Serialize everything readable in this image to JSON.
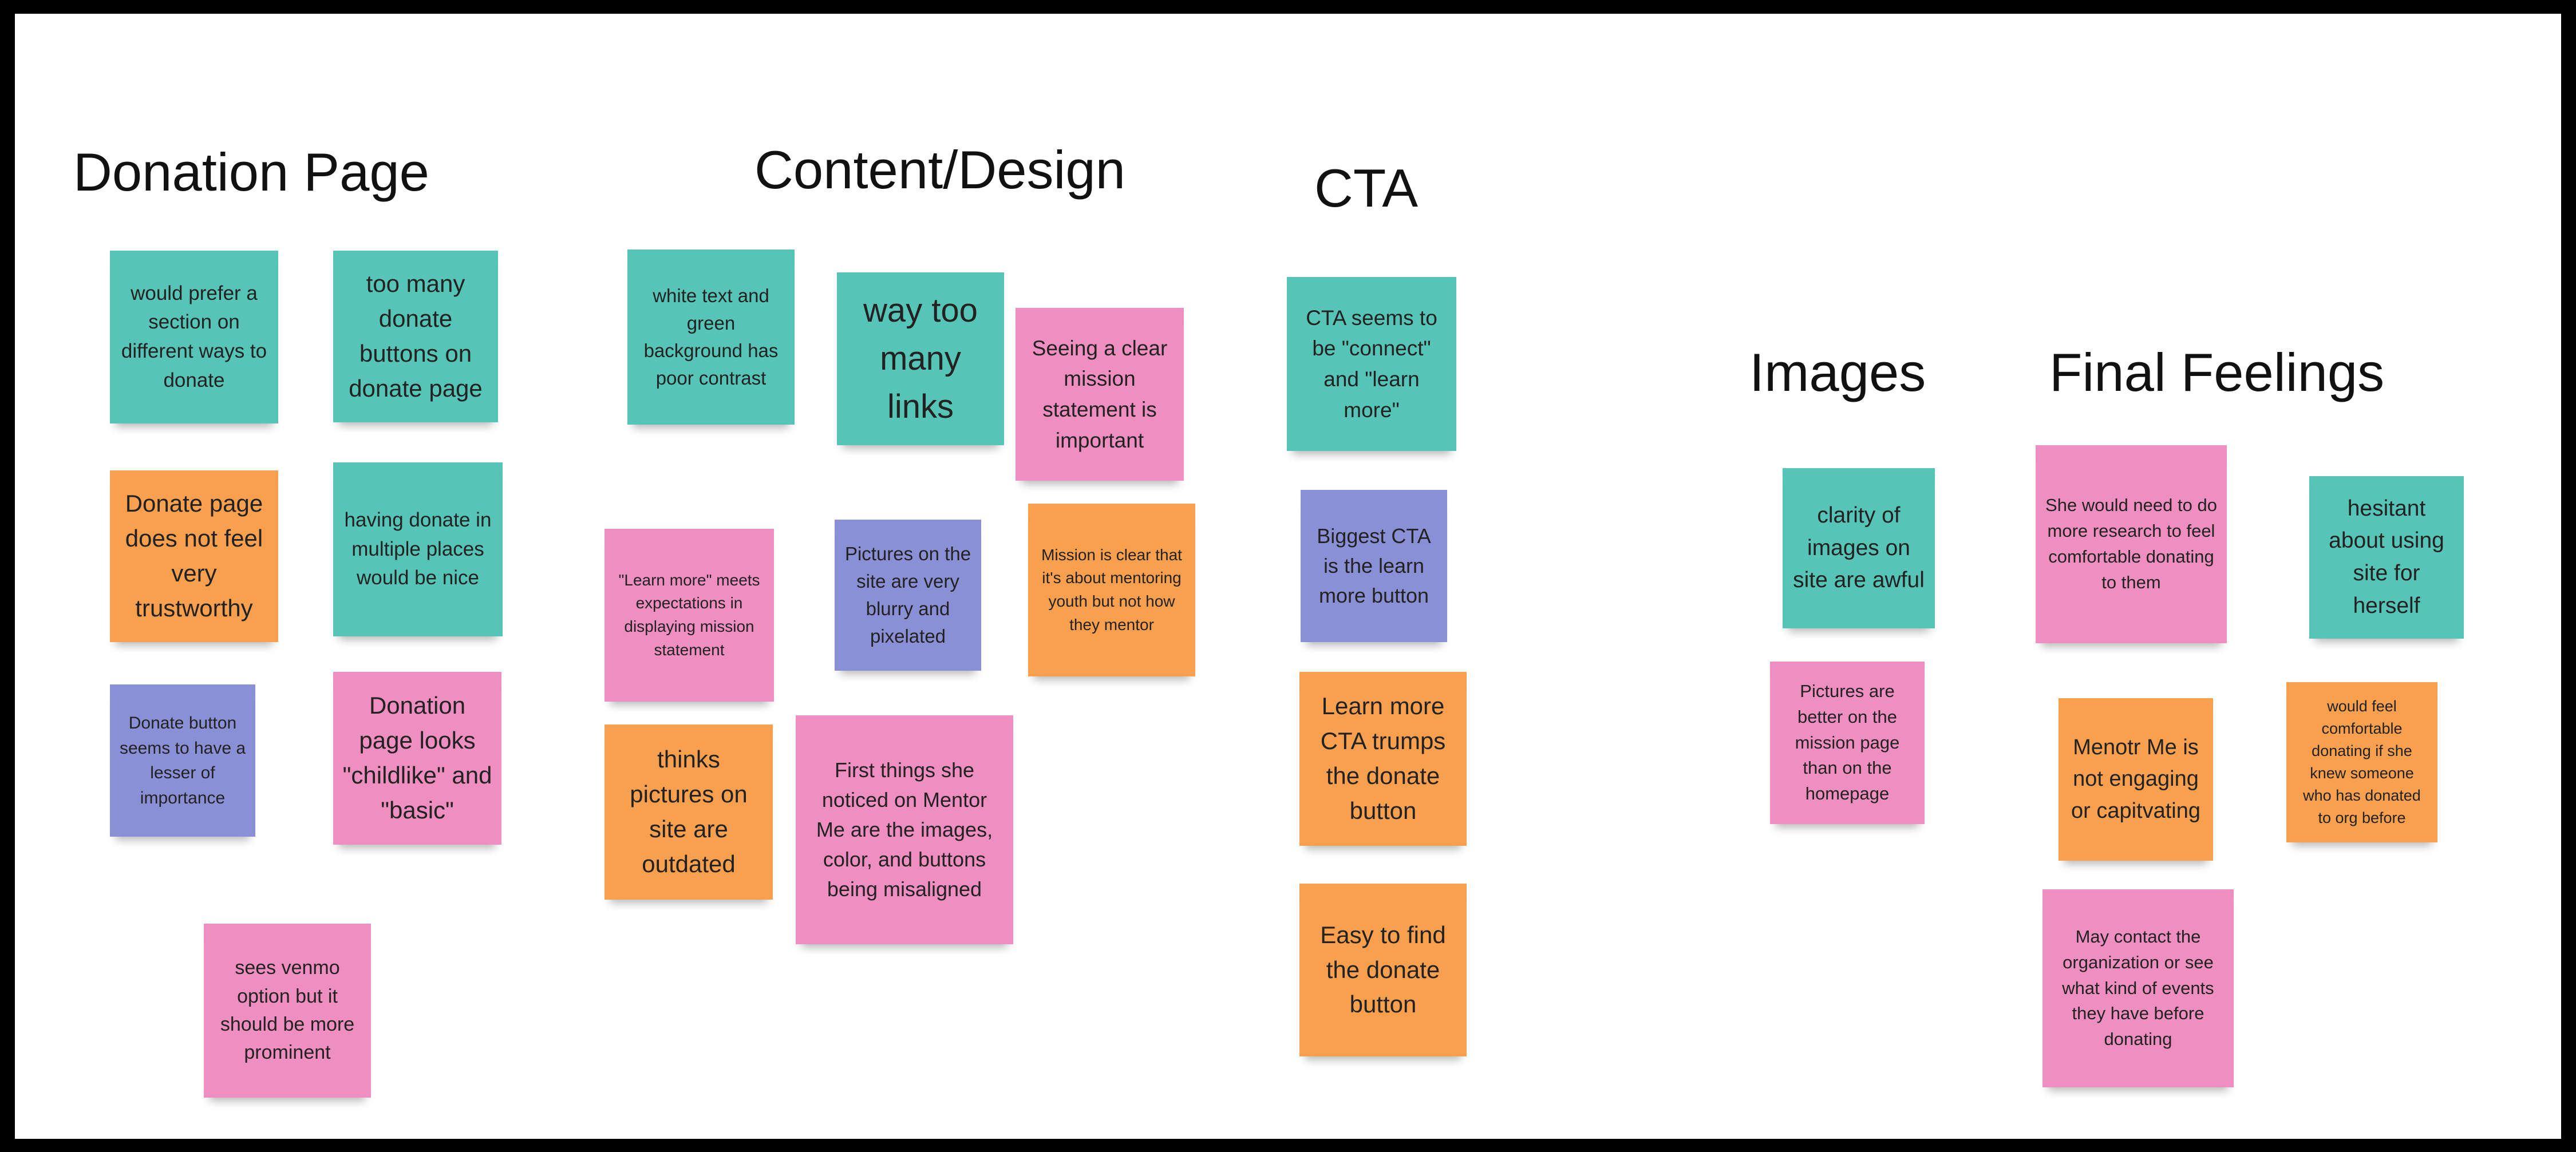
{
  "headings": {
    "donation_page": "Donation Page",
    "content_design": "Content/Design",
    "cta": "CTA",
    "images": "Images",
    "final_feelings": "Final Feelings"
  },
  "colors": {
    "teal": "#56c4b6",
    "orange": "#f8a04e",
    "pink": "#ee8ec1",
    "blue": "#8a90d6"
  },
  "notes": {
    "donation_page": [
      {
        "text": "would prefer a section on different ways to donate",
        "color": "teal"
      },
      {
        "text": "too many donate buttons on donate page",
        "color": "teal"
      },
      {
        "text": "Donate page does not feel very trustworthy",
        "color": "orange"
      },
      {
        "text": "having donate in multiple places would be nice",
        "color": "teal"
      },
      {
        "text": "Donate button seems to have a lesser of importance",
        "color": "blue"
      },
      {
        "text": "Donation page looks \"childlike\" and \"basic\"",
        "color": "pink"
      },
      {
        "text": "sees venmo option but it should be more prominent",
        "color": "pink"
      }
    ],
    "content_design": [
      {
        "text": "white text and green background has poor contrast",
        "color": "teal"
      },
      {
        "text": "way too many links",
        "color": "teal"
      },
      {
        "text": "Seeing a clear mission statement is important",
        "color": "pink"
      },
      {
        "text": "\"Learn more\" meets expectations in displaying mission statement",
        "color": "pink"
      },
      {
        "text": "Pictures on the site are very blurry and pixelated",
        "color": "blue"
      },
      {
        "text": "Mission is clear that it's about mentoring youth but not how they mentor",
        "color": "orange"
      },
      {
        "text": "thinks pictures on site are outdated",
        "color": "orange"
      },
      {
        "text": "First things she noticed on Mentor Me are the images, color, and buttons being misaligned",
        "color": "pink"
      }
    ],
    "cta": [
      {
        "text": "CTA seems to be \"connect\" and \"learn more\"",
        "color": "teal"
      },
      {
        "text": "Biggest CTA is the learn more button",
        "color": "blue"
      },
      {
        "text": "Learn more CTA trumps the donate button",
        "color": "orange"
      },
      {
        "text": "Easy to find the donate button",
        "color": "orange"
      }
    ],
    "images": [
      {
        "text": "clarity of images on site are awful",
        "color": "teal"
      },
      {
        "text": "Pictures are better on the mission page than on the homepage",
        "color": "pink"
      }
    ],
    "final_feelings": [
      {
        "text": "She would need to do more research to feel comfortable donating to them",
        "color": "pink"
      },
      {
        "text": "hesitant about using site for herself",
        "color": "teal"
      },
      {
        "text": "Menotr Me is not engaging or capitvating",
        "color": "orange"
      },
      {
        "text": "would feel comfortable donating if she knew someone who has donated to org before",
        "color": "orange"
      },
      {
        "text": "May contact the organization or see what kind of events they have before donating",
        "color": "pink"
      }
    ]
  }
}
